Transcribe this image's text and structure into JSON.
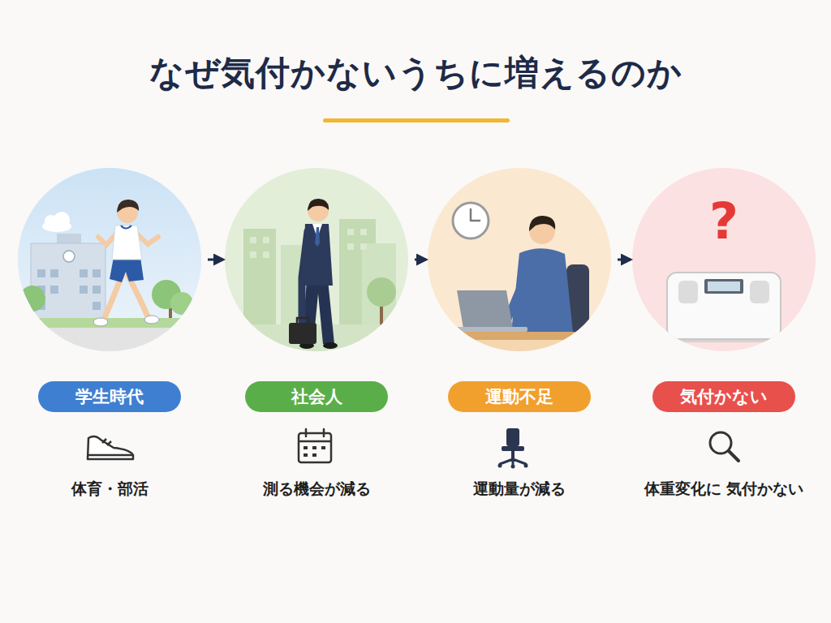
{
  "diagram": {
    "title": "なぜ気付かないうちに増えるのか",
    "nodes": [
      {
        "text": [
          "学生時代",
          "体育・部活"
        ]
      },
      {
        "text": [
          "社会人",
          "測る機会が減る"
        ]
      },
      {
        "text": [
          "運動不足",
          "運動量が減る"
        ]
      },
      {
        "text": [
          "気付かない",
          "体重変化に 気付かない"
        ]
      }
    ],
    "edges": [
      {
        "from": 0,
        "to": 1,
        "arrow": "to"
      },
      {
        "from": 1,
        "to": 2,
        "arrow": "to"
      },
      {
        "from": 2,
        "to": 3,
        "arrow": "to"
      }
    ],
    "labels": [
      "?"
    ]
  }
}
